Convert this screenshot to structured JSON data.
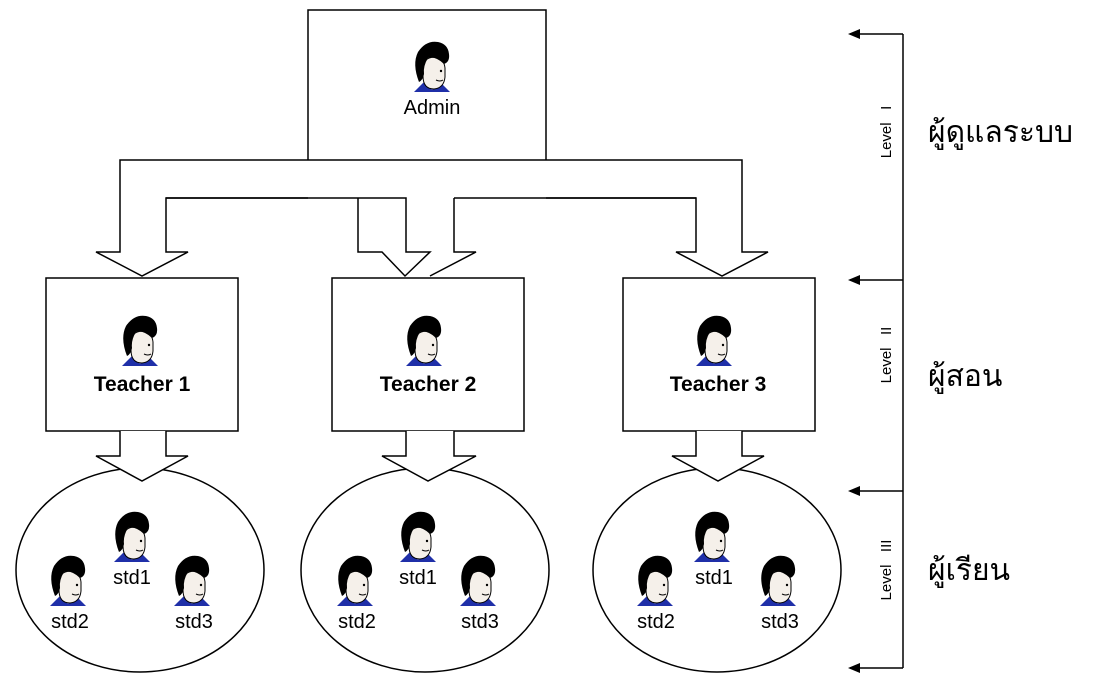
{
  "admin": {
    "label": "Admin"
  },
  "teachers": [
    {
      "label": "Teacher 1"
    },
    {
      "label": "Teacher 2"
    },
    {
      "label": "Teacher 3"
    }
  ],
  "student_groups": [
    {
      "students": [
        "std1",
        "std2",
        "std3"
      ]
    },
    {
      "students": [
        "std1",
        "std2",
        "std3"
      ]
    },
    {
      "students": [
        "std1",
        "std2",
        "std3"
      ]
    }
  ],
  "levels": [
    {
      "label": "Level   I",
      "role": "ผู้ดูแลระบบ"
    },
    {
      "label": "Level   II",
      "role": "ผู้สอน"
    },
    {
      "label": "Level   III",
      "role": "ผู้เรียน"
    }
  ],
  "colors": {
    "line": "#000000",
    "hair": "#000000",
    "skin": "#f5f0ea",
    "collar": "#1f2fa8"
  },
  "icon": "person-icon"
}
